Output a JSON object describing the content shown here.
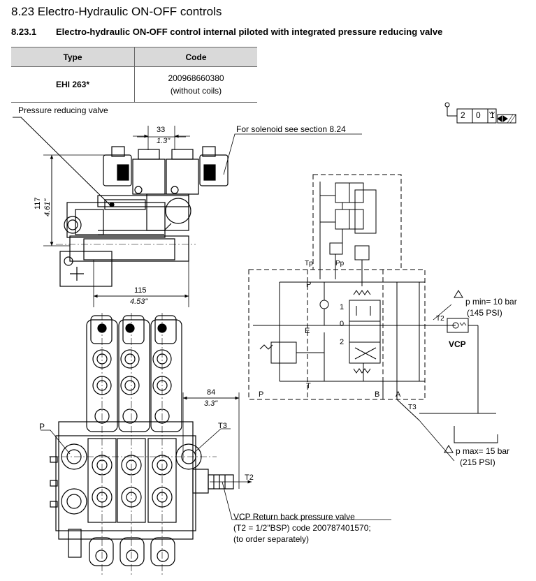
{
  "header": {
    "title": "8.23 Electro-Hydraulic ON-OFF controls",
    "section_number": "8.23.1",
    "section_title": "Electro-hydraulic ON-OFF control internal piloted with integrated pressure reducing valve"
  },
  "spec_table": {
    "headers": [
      "Type",
      "Code"
    ],
    "type": "EHI 263*",
    "code_line1": "200968660380",
    "code_line2": "(without coils)"
  },
  "drawing": {
    "pressure_reducing_valve": "Pressure reducing valve",
    "solenoid_note": "For solenoid see section 8.24",
    "dim_33": "33",
    "dim_33_in": "1.3\"",
    "dim_117": "117",
    "dim_117_in": "4.61\"",
    "dim_115": "115",
    "dim_115_in": "4.53\"",
    "dim_84": "84",
    "dim_84_in": "3.3\"",
    "port_p": "P",
    "port_t3": "T3",
    "port_t2": "T2",
    "vcp_note_line1": "VCP Return back pressure valve",
    "vcp_note_line2": "(T2 = 1/2\"BSP) code 200787401570;",
    "vcp_note_line3": "(to order separately)"
  },
  "schematic": {
    "positions": [
      "2",
      "0",
      "1"
    ],
    "tp": "Tp",
    "pp": "Pp",
    "p": "P",
    "e": "E",
    "t": "T",
    "b": "B",
    "a": "A",
    "pos1": "1",
    "pos0": "0",
    "pos2": "2",
    "t2": "T2",
    "t3": "T3",
    "vcp": "VCP",
    "pmin_line1": "p min= 10 bar",
    "pmin_line2": "(145 PSI)",
    "pmax_line1": "p max= 15 bar",
    "pmax_line2": "(215 PSI)"
  }
}
